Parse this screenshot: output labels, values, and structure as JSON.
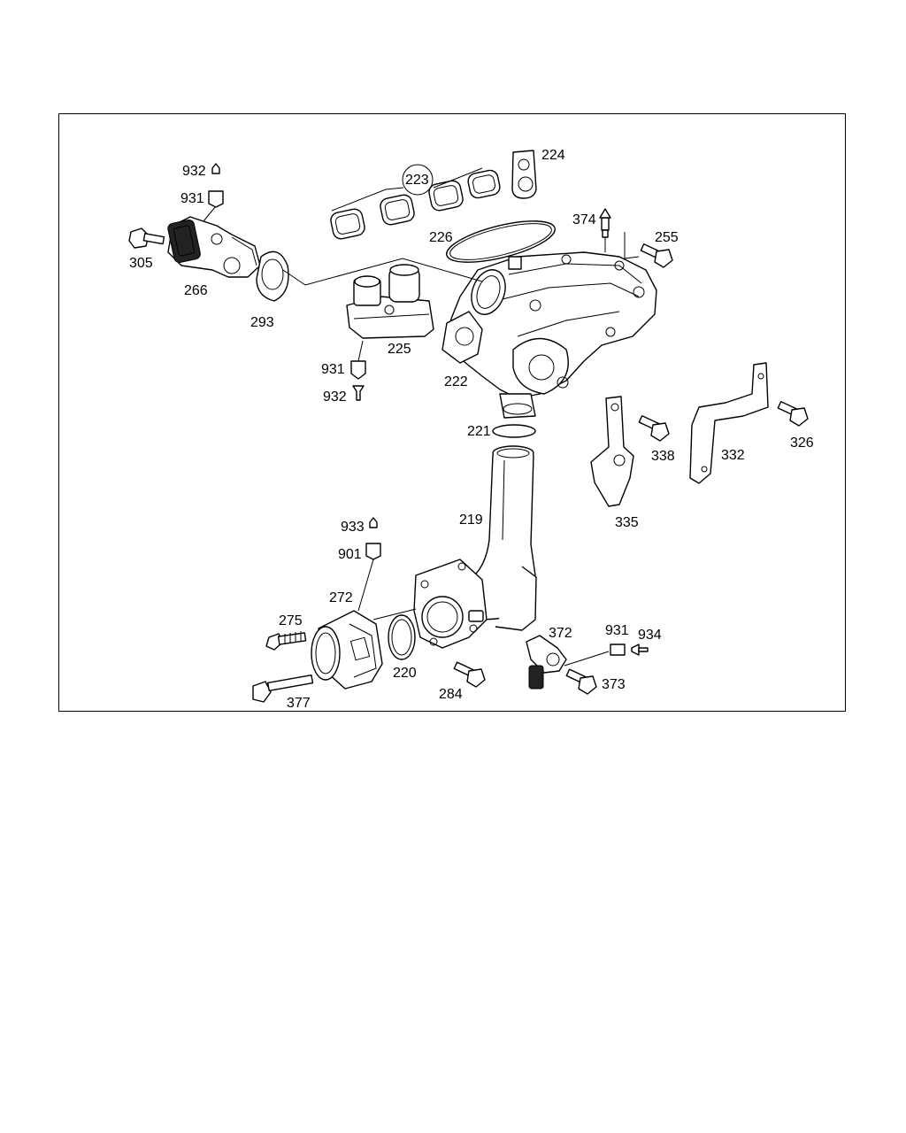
{
  "diagram": {
    "labels": {
      "l219": "219",
      "l220": "220",
      "l221": "221",
      "l222": "222",
      "l223": "223",
      "l224": "224",
      "l225": "225",
      "l226": "226",
      "l255": "255",
      "l266": "266",
      "l272": "272",
      "l275": "275",
      "l284": "284",
      "l293": "293",
      "l305": "305",
      "l326": "326",
      "l332": "332",
      "l335": "335",
      "l338": "338",
      "l372": "372",
      "l373": "373",
      "l374": "374",
      "l377": "377",
      "l931a": "931",
      "l932a": "932",
      "l931b": "931",
      "l932b": "932",
      "l933": "933",
      "l901": "901",
      "l931c": "931",
      "l934": "934"
    }
  }
}
